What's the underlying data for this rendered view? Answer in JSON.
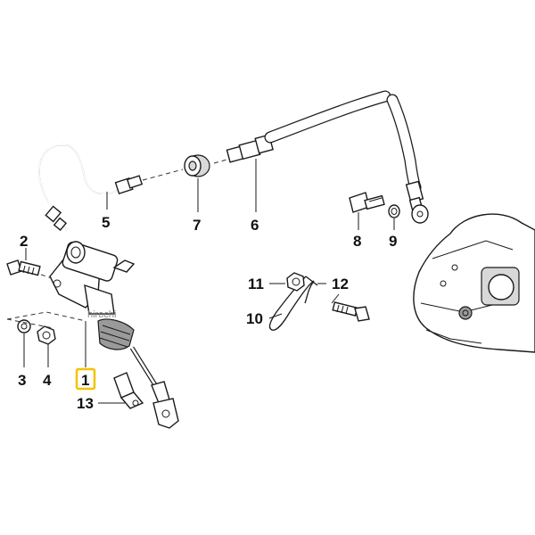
{
  "callouts": {
    "c1": "1",
    "c3": "3",
    "c4": "4",
    "c5": "5",
    "c6": "6",
    "c7": "7",
    "c8": "8",
    "c9": "9",
    "c10": "10",
    "c11": "11",
    "c12": "12",
    "c13": "13",
    "c2": "2"
  },
  "highlight_color": "#f2c300",
  "watermark": "hirochi"
}
